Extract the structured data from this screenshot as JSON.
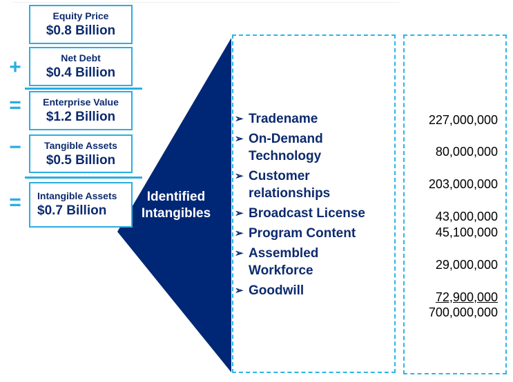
{
  "equation": [
    {
      "operator": "",
      "label": "Equity Price",
      "value": "$0.8 Billion"
    },
    {
      "operator": "+",
      "label": "Net Debt",
      "value": "$0.4 Billion"
    },
    {
      "operator": "=",
      "label": "Enterprise Value",
      "value": "$1.2 Billion"
    },
    {
      "operator": "−",
      "label": "Tangible Assets",
      "value": "$0.5 Billion"
    },
    {
      "operator": "=",
      "label": "Intangible Assets",
      "value": "$0.7 Billion"
    }
  ],
  "identified_label": "Identified Intangibles",
  "intangibles": [
    {
      "name": "Tradename",
      "value": "227,000,000"
    },
    {
      "name": "On-Demand Technology",
      "value": "80,000,000"
    },
    {
      "name": "Customer relationships",
      "value": "203,000,000"
    },
    {
      "name": "Broadcast License",
      "value": "43,000,000"
    },
    {
      "name": "Program Content",
      "value": "45,100,000"
    },
    {
      "name": "Assembled Workforce",
      "value": "29,000,000"
    },
    {
      "name": "Goodwill",
      "value": "72,900,000"
    }
  ],
  "total": "700,000,000",
  "colors": {
    "navy": "#0d2a6e",
    "accent": "#29ade3"
  }
}
